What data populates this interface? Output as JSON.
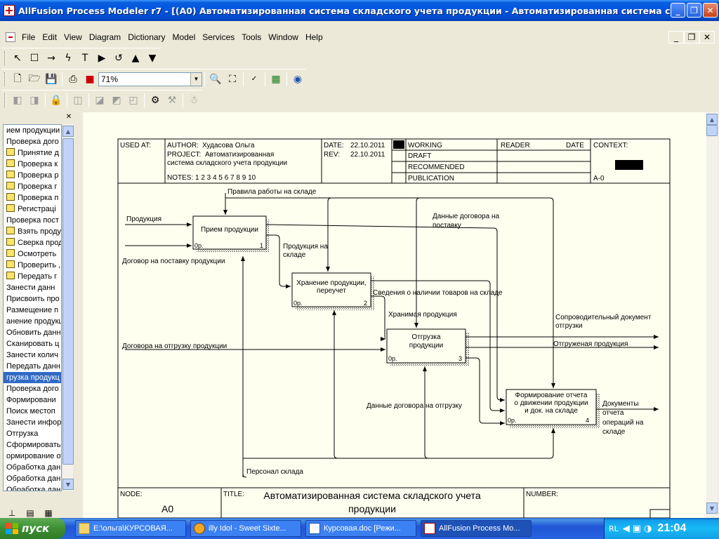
{
  "window": {
    "title": "AllFusion Process Modeler r7 - [(A0) Автоматизированная система складского учета продукции  - Автоматизированная система складского учет..."
  },
  "menu": [
    "File",
    "Edit",
    "View",
    "Diagram",
    "Dictionary",
    "Model",
    "Services",
    "Tools",
    "Window",
    "Help"
  ],
  "toolbar": {
    "zoom": "71%"
  },
  "tree": {
    "items": [
      {
        "label": "ием продукции",
        "indent": 0,
        "icon": false
      },
      {
        "label": "Проверка дого",
        "indent": 0,
        "icon": false
      },
      {
        "label": "Принятие д",
        "indent": 1,
        "icon": true
      },
      {
        "label": "Проверка к",
        "indent": 1,
        "icon": true
      },
      {
        "label": "Проверка р",
        "indent": 1,
        "icon": true
      },
      {
        "label": "Проверка г",
        "indent": 1,
        "icon": true
      },
      {
        "label": "Проверка п",
        "indent": 1,
        "icon": true
      },
      {
        "label": "Регистраці",
        "indent": 1,
        "icon": true
      },
      {
        "label": "Проверка пост",
        "indent": 0,
        "icon": false
      },
      {
        "label": "Взять проду",
        "indent": 1,
        "icon": true
      },
      {
        "label": "Сверка прод",
        "indent": 1,
        "icon": true
      },
      {
        "label": "Осмотреть",
        "indent": 1,
        "icon": true
      },
      {
        "label": "Проверить ,",
        "indent": 1,
        "icon": true
      },
      {
        "label": "Передать г",
        "indent": 1,
        "icon": true
      },
      {
        "label": "Занести данн",
        "indent": 0,
        "icon": false
      },
      {
        "label": "Присвоить про",
        "indent": 0,
        "icon": false
      },
      {
        "label": "Размещение п",
        "indent": 0,
        "icon": false
      },
      {
        "label": "анение продукц",
        "indent": 0,
        "icon": false
      },
      {
        "label": "Обновить данн",
        "indent": 0,
        "icon": false
      },
      {
        "label": "Сканировать  ц",
        "indent": 0,
        "icon": false
      },
      {
        "label": "Занести колич",
        "indent": 0,
        "icon": false
      },
      {
        "label": "Передать данн",
        "indent": 0,
        "icon": false
      },
      {
        "label": "грузка продукц",
        "indent": 0,
        "icon": false,
        "selected": true
      },
      {
        "label": "Проверка дого",
        "indent": 0,
        "icon": false
      },
      {
        "label": "Формировани",
        "indent": 0,
        "icon": false
      },
      {
        "label": "Поиск местоп",
        "indent": 0,
        "icon": false
      },
      {
        "label": "Занести инфор",
        "indent": 0,
        "icon": false
      },
      {
        "label": "Отгрузка",
        "indent": 0,
        "icon": false
      },
      {
        "label": "Сформировать",
        "indent": 0,
        "icon": false
      },
      {
        "label": "ормирование от",
        "indent": 0,
        "icon": false
      },
      {
        "label": "Обработка дан",
        "indent": 0,
        "icon": false
      },
      {
        "label": "Обработка дан",
        "indent": 0,
        "icon": false
      },
      {
        "label": "Обработка дан",
        "indent": 0,
        "icon": false
      }
    ]
  },
  "frame": {
    "used_at": "USED AT:",
    "author_label": "AUTHOR:",
    "author": "Худасова Ольга",
    "project_label": "PROJECT:",
    "project_line1": "Автоматизированная",
    "project_line2": "система складского учета продукции",
    "notes": "NOTES:  1  2  3  4  5  6  7  8  9  10",
    "date_label": "DATE:",
    "date": "22.10.2011",
    "rev_label": "REV:",
    "rev": "22.10.2011",
    "status": [
      "WORKING",
      "DRAFT",
      "RECOMMENDED",
      "PUBLICATION"
    ],
    "reader": "READER",
    "reader_date": "DATE",
    "context": "CONTEXT:",
    "context_node": "A-0",
    "node_label": "NODE:",
    "node": "A0",
    "title_label": "TITLE:",
    "title_line1": "Автоматизированная система складского учета",
    "title_line2": "продукции",
    "number_label": "NUMBER:"
  },
  "diagram": {
    "boxes": [
      {
        "id": "b1",
        "line1": "Прием продукции",
        "line2": "",
        "cost": "0р.",
        "num": "1"
      },
      {
        "id": "b2",
        "line1": "Хранение продукции,",
        "line2": "переучет",
        "cost": "0р.",
        "num": "2"
      },
      {
        "id": "b3",
        "line1": "Отгрузка",
        "line2": "продукции",
        "cost": "0р.",
        "num": "3"
      },
      {
        "id": "b4",
        "line1": "Формирование отчета",
        "line2": "о движении продукции",
        "line3": "и док. на складе",
        "cost": "0р.",
        "num": "4"
      }
    ],
    "labels": {
      "pravila": "Правила работы на складе",
      "produkciya": "Продукция",
      "dogovor_postavka": "Договор на поставку продукции",
      "dannye_dog_post1": "Данные договора на",
      "dannye_dog_post2": "поставку",
      "produkciya_na1": "Продукция на",
      "produkciya_na2": "складе",
      "svedeniya": "Сведения о наличии товаров на складе",
      "hranimaya": "Хранимая продукция",
      "soprovod1": "Сопроводительный документ",
      "soprovod2": "отгрузки",
      "dogovora_otgruzka": "Договора на отгрузку продукции",
      "otgruzhenaya": "Отгруженая продукция",
      "dannye_otgruzka": "Данные договора на отгрузку",
      "dokumenty1": "Документы",
      "dokumenty2": "отчета",
      "dokumenty3": "операций на",
      "dokumenty4": "складе",
      "personal": "Персонал склада"
    }
  },
  "taskbar": {
    "start": "пуск",
    "tasks": [
      {
        "label": "E:\\ольга\\КУРСОВАЯ...",
        "icon": "folder-icon",
        "active": false
      },
      {
        "label": "illy Idol - Sweet Sixte...",
        "icon": "media-player-icon",
        "active": false
      },
      {
        "label": "Курсовая.doc [Режи...",
        "icon": "word-icon",
        "active": false
      },
      {
        "label": "AllFusion Process Mo...",
        "icon": "allfusion-icon",
        "active": true
      }
    ],
    "lang": "RL",
    "clock": "21:04"
  }
}
